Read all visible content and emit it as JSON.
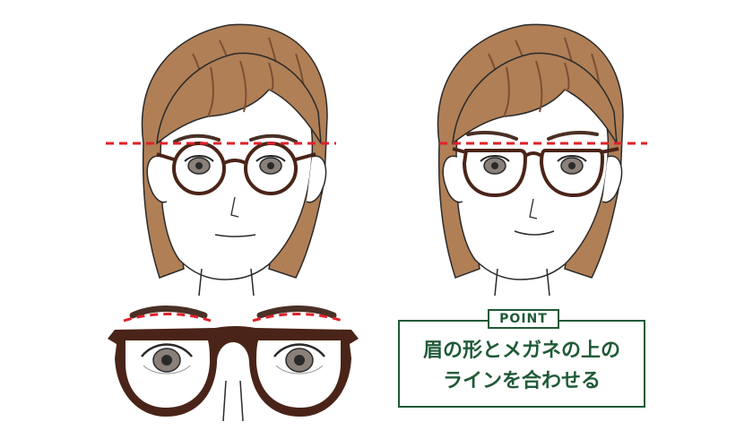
{
  "point": {
    "tab_label": "POINT",
    "line1": "眉の形とメガネの上の",
    "line2": "ラインを合わせる"
  },
  "colors": {
    "hair": "#b07f56",
    "hair_dark": "#7a5032",
    "frame": "#4a2418",
    "dash": "#e0202a",
    "accent": "#1f5a37",
    "line": "#2a2a2a",
    "iris": "#8a8079"
  },
  "icons": [
    "woman-face-left",
    "woman-face-right",
    "glasses-closeup"
  ]
}
